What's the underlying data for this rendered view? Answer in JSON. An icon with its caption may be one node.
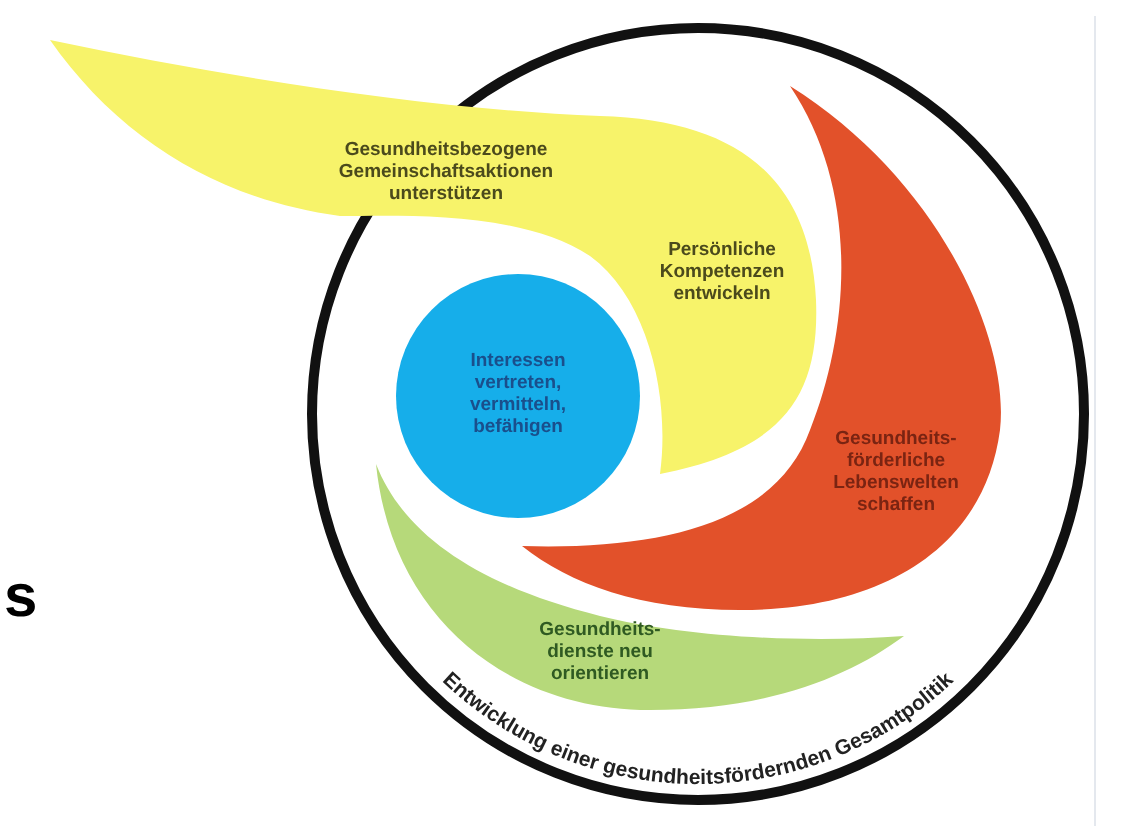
{
  "diagram": {
    "nodes": [
      {
        "text": [
          "Entwicklung einer gesundheitsfördernden Gesamtpolitik"
        ]
      },
      {
        "text": [
          "Gesundheitsbezogene Gemeinschaftsaktionen unterstützen",
          "Persönliche Kompetenzen entwickeln"
        ]
      },
      {
        "text": [
          "Interessen vertreten, vermitteln, befähigen"
        ],
        "in": 0
      },
      {
        "text": [
          "Gesundheits- förderliche Lebenswelten schaffen"
        ],
        "in": 0
      },
      {
        "text": [
          "Gesundheits- dienste neu orientieren"
        ],
        "in": 0
      }
    ],
    "labels": [
      "s"
    ]
  }
}
